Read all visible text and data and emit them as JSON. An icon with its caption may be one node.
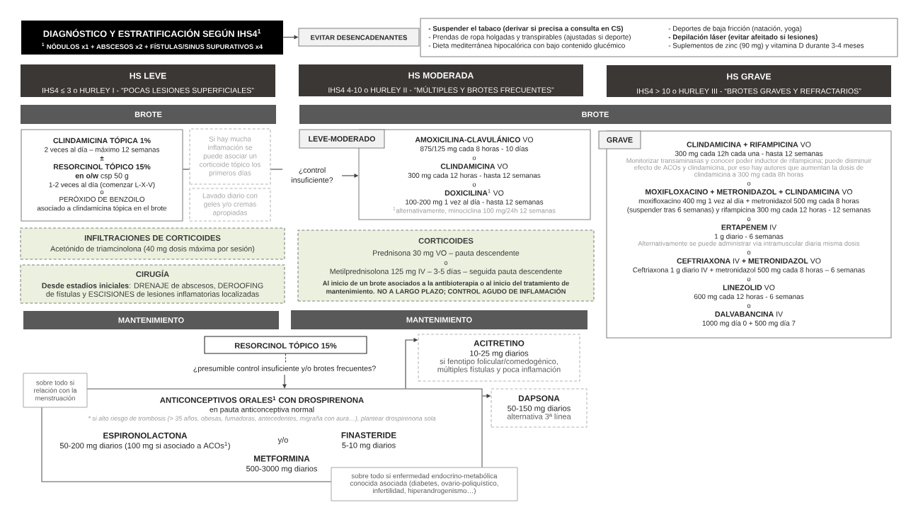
{
  "diagram": {
    "nodes": [
      {
        "text": [
          "DIAGNÓSTICO Y ESTRATIFICACIÓN SEGÚN IHS4$^{1}$",
          "$^{1}$ NÓDULOS x1 + ABSCESOS x2 + FÍSTULAS/SINUS SUPURATIVOS x4"
        ]
      },
      {
        "text": [
          "EVITAR DESENCADENANTES"
        ]
      },
      {
        "text": [
          "- Suspender el tabaco (derivar si precisa a consulta en CS)",
          "- Prendas de ropa holgadas y transpirables (ajustadas si deporte)",
          "- Dieta mediterránea hipocalórica con bajo contenido glucémico",
          "- Deportes de baja fricción (natación, yoga)",
          "- Depilación láser (evitar afeitado si lesiones)",
          "- Suplementos de zinc (90 mg) y vitamina D durante 3-4 meses"
        ]
      },
      {
        "text": [
          "HS LEVE",
          "IHS4 ≤ 3 o HURLEY I - “POCAS LESIONES SUPERFICIALES”"
        ]
      },
      {
        "text": [
          "HS MODERADA",
          "IHS4 4-10 o HURLEY II - “MÚLTIPLES Y BROTES FRECUENTES”"
        ]
      },
      {
        "text": [
          "HS GRAVE",
          "IHS4 > 10 o HURLEY III - “BROTES GRAVES Y REFRACTARIOS”"
        ]
      },
      {
        "text": [
          "BROTE"
        ]
      },
      {
        "text": [
          "BROTE"
        ]
      },
      {
        "text": [
          "CLINDAMICINA TÓPICA 1%",
          "2 veces al día – máximo 12 semanas",
          "±",
          "RESORCINOL TÓPICO 15%",
          "**en o/w** csp 50 g",
          "1-2 veces al día (comenzar L-X-V)",
          "o",
          "PERÓXIDO DE BENZOILO",
          "asociado a clindamicina tópica en el brote"
        ]
      },
      {
        "text": [
          "Si hay mucha inflamación se puede asociar un corticoide tópico los primeros días"
        ]
      },
      {
        "text": [
          "Lavado diario con geles y/o cremas apropiadas"
        ]
      },
      {
        "text": [
          "¿control insuficiente?"
        ]
      },
      {
        "text": [
          "LEVE-MODERADO"
        ]
      },
      {
        "text": [
          "**AMOXICILINA-CLAVULÁNICO** VO",
          "875/125 mg cada 8 horas - 10 días",
          "o",
          "**CLINDAMICINA** VO",
          "300 mg cada 12 horas - hasta 12 semanas",
          "o",
          "**DOXICILINA**$^{1}$ VO",
          "100-200 mg 1 vez al día - hasta 12 semanas",
          "$^{1}$alternativamente, minociclina 100 mg/24h 12 semanas"
        ]
      },
      {
        "text": [
          "GRAVE"
        ]
      },
      {
        "text": [
          "**CLINDAMICINA + RIFAMPICINA** VO",
          "300 mg cada 12h cada una - hasta 12 semanas",
          "Monitorizar transaminasas y conocer poder inductor de rifampicina; puede disminuir efecto de ACOs y clindamicina, por eso hay autores que aumentan la dosis de clindamicina a 300 mg cada 8h horas",
          "o",
          "**MOXIFLOXACINO + METRONIDAZOL + CLINDAMICINA** VO",
          "moxifloxacino 400 mg 1 vez al día + metronidazol 500 mg cada 8 horas (suspender tras 6 semanas) y rifampicina 300 mg cada 12 horas - 12 semanas",
          "o",
          "**ERTAPENEM** IV",
          "1 g diario - 6 semanas",
          "Alternativamente se puede administrar vía intramuscular diaria misma dosis",
          "o",
          "**CEFTRIAXONA** IV **+ METRONIDAZOL** VO",
          "Ceftriaxona 1 g diario IV + metronidazol 500 mg cada 8 horas – 6 semanas",
          "o",
          "**LINEZOLID** VO",
          "600 mg cada 12 horas - 6 semanas",
          "o",
          "**DALVABANCINA** IV",
          "1000 mg día 0 + 500 mg día 7"
        ]
      },
      {
        "text": [
          "INFILTRACIONES DE CORTICOIDES",
          "Acetónido de triamcinolona (40 mg dosis máxima por sesión)"
        ]
      },
      {
        "text": [
          "CORTICOIDES",
          "Prednisona 30 mg VO – pauta descendente",
          "o",
          "Metilprednisolona 125 mg IV – 3-5 días – seguida pauta descendente",
          "Al inicio de un brote asociados a la antibioterapia o al inicio del tratamiento de mantenimiento. NO A LARGO PLAZO; CONTROL AGUDO DE INFLAMACIÓN"
        ]
      },
      {
        "text": [
          "CIRUGÍA",
          "**Desde estadios iniciales**: DRENAJE de abscesos, DEROOFING de fístulas y ESCISIONES de lesiones inflamatorias localizadas"
        ]
      },
      {
        "text": [
          "MANTENIMIENTO"
        ]
      },
      {
        "text": [
          "MANTENIMIENTO"
        ]
      },
      {
        "text": [
          "RESORCINOL TÓPICO 15%"
        ]
      },
      {
        "text": [
          "¿presumible control insuficiente y/o brotes frecuentes?"
        ]
      },
      {
        "text": [
          "sobre todo si relación con la menstruación"
        ]
      },
      {
        "text": [
          "ANTICONCEPTIVOS ORALES$^{1}$ CON DROSPIRENONA",
          "en pauta anticonceptiva normal",
          "* si alto riesgo de trombosis (> 35 años, obesas, fumadoras, antecedentes, migraña con aura…), plantear drospirenona sola",
          "ESPIRONOLACTONA",
          "50-200 mg diarios (100 mg si asociado a ACOs$^{1}$)",
          "y/o",
          "FINASTERIDE",
          "5-10 mg diarios",
          "METFORMINA",
          "500-3000 mg diarios"
        ]
      },
      {
        "text": [
          "sobre todo si enfermedad endocrino-metabólica conocida asociada (diabetes, ovario-poliquístico, infertilidad, hiperandrogenismo…)"
        ]
      },
      {
        "text": [
          "ACITRETINO",
          "10-25 mg diarios",
          "si fenotipo folicular/comedogénico, múltiples fístulas y poca inflamación"
        ]
      },
      {
        "text": [
          "DAPSONA",
          "50-150 mg diarios",
          "alternativa 3ª línea"
        ]
      }
    ],
    "edges": [
      {
        "from": 0,
        "to": 1,
        "arrow": "to"
      },
      {
        "from": 8,
        "to": 9,
        "arrow": "none"
      },
      {
        "from": 9,
        "to": 11,
        "arrow": "none"
      },
      {
        "from": 11,
        "to": 13,
        "arrow": "to"
      },
      {
        "from": 21,
        "to": 22,
        "arrow": "none",
        "style": "dashed"
      },
      {
        "from": 22,
        "to": 24,
        "arrow": "to"
      },
      {
        "from": 24,
        "to": 26,
        "arrow": "to"
      },
      {
        "from": 24,
        "to": 27,
        "arrow": "to"
      }
    ]
  }
}
